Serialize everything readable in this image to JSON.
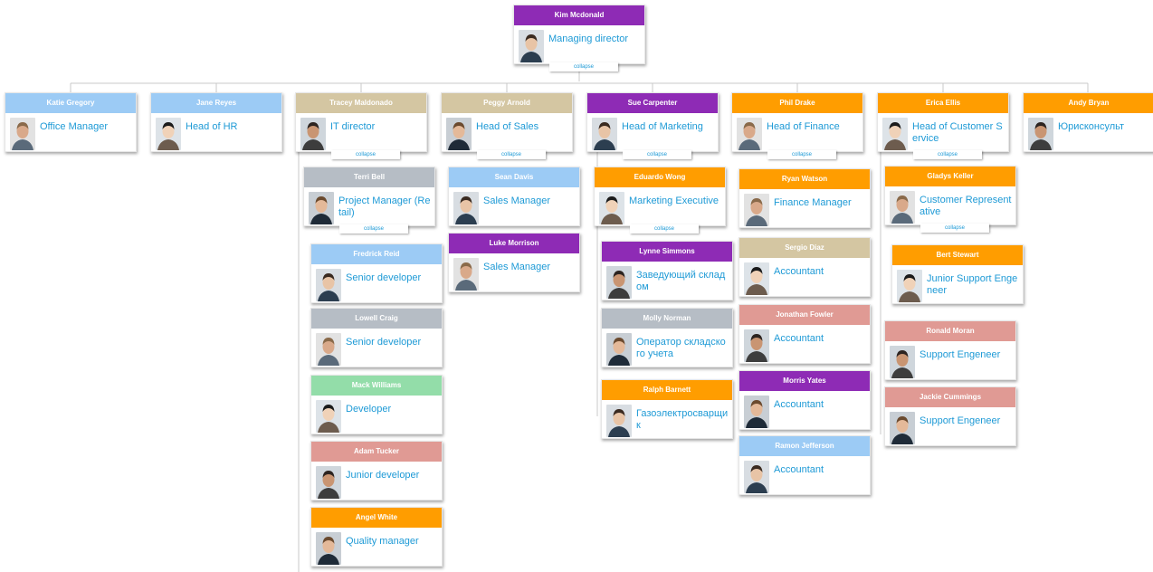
{
  "colors": {
    "purple": "#8e2bb5",
    "blue": "#9ccbf5",
    "tan": "#d4c6a2",
    "orange": "#ff9d00",
    "gray": "#b6bdc5",
    "green": "#93dda9",
    "rose": "#e09a94",
    "title": "#1e9ad6",
    "line": "#c8c8c8"
  },
  "collapse_label": "collapse",
  "nodes": [
    {
      "id": "n0",
      "name": "Kim Mcdonald",
      "title": "Managing director",
      "color": "#8e2bb5",
      "collapse": true
    },
    {
      "id": "n1",
      "name": "Katie Gregory",
      "title": "Office Manager",
      "color": "#9ccbf5"
    },
    {
      "id": "n2",
      "name": "Jane Reyes",
      "title": "Head of HR",
      "color": "#9ccbf5"
    },
    {
      "id": "n3",
      "name": "Tracey Maldonado",
      "title": "IT director",
      "color": "#d4c6a2",
      "collapse": true
    },
    {
      "id": "n4",
      "name": "Peggy Arnold",
      "title": "Head of Sales",
      "color": "#d4c6a2",
      "collapse": true
    },
    {
      "id": "n5",
      "name": "Sue Carpenter",
      "title": "Head of Marketing",
      "color": "#8e2bb5",
      "collapse": true
    },
    {
      "id": "n6",
      "name": "Phil Drake",
      "title": "Head of Finance",
      "color": "#ff9d00",
      "collapse": true
    },
    {
      "id": "n7",
      "name": "Erica Ellis",
      "title": "Head of Customer Service",
      "color": "#ff9d00",
      "collapse": true
    },
    {
      "id": "n8",
      "name": "Andy Bryan",
      "title": "Юрисконсульт",
      "color": "#ff9d00"
    },
    {
      "id": "n9",
      "name": "Terri Bell",
      "title": "Project Manager (Retail)",
      "color": "#b6bdc5",
      "collapse": true
    },
    {
      "id": "n10",
      "name": "Fredrick Reid",
      "title": "Senior developer",
      "color": "#9ccbf5"
    },
    {
      "id": "n11",
      "name": "Lowell Craig",
      "title": "Senior developer",
      "color": "#b6bdc5"
    },
    {
      "id": "n12",
      "name": "Mack Williams",
      "title": "Developer",
      "color": "#93dda9"
    },
    {
      "id": "n13",
      "name": "Adam Tucker",
      "title": "Junior developer",
      "color": "#e09a94"
    },
    {
      "id": "n14",
      "name": "Angel White",
      "title": "Quality manager",
      "color": "#ff9d00"
    },
    {
      "id": "n15",
      "name": "Sean Davis",
      "title": "Sales Manager",
      "color": "#9ccbf5"
    },
    {
      "id": "n16",
      "name": "Luke Morrison",
      "title": "Sales Manager",
      "color": "#8e2bb5"
    },
    {
      "id": "n17",
      "name": "Eduardo Wong",
      "title": "Marketing Executive",
      "color": "#ff9d00",
      "collapse": true
    },
    {
      "id": "n18",
      "name": "Lynne Simmons",
      "title": "Заведующий складом",
      "color": "#8e2bb5"
    },
    {
      "id": "n19",
      "name": "Molly Norman",
      "title": "Оператор складского учета",
      "color": "#b6bdc5"
    },
    {
      "id": "n20",
      "name": "Ralph Barnett",
      "title": "Газоэлектросварщик",
      "color": "#ff9d00"
    },
    {
      "id": "n21",
      "name": "Ryan Watson",
      "title": "Finance Manager",
      "color": "#ff9d00"
    },
    {
      "id": "n22",
      "name": "Sergio Diaz",
      "title": "Accountant",
      "color": "#d4c6a2"
    },
    {
      "id": "n23",
      "name": "Jonathan Fowler",
      "title": "Accountant",
      "color": "#e09a94"
    },
    {
      "id": "n24",
      "name": "Morris Yates",
      "title": "Accountant",
      "color": "#8e2bb5"
    },
    {
      "id": "n25",
      "name": "Ramon Jefferson",
      "title": "Accountant",
      "color": "#9ccbf5"
    },
    {
      "id": "n26",
      "name": "Gladys Keller",
      "title": "Customer Representative",
      "color": "#ff9d00",
      "collapse": true
    },
    {
      "id": "n27",
      "name": "Bert Stewart",
      "title": "Junior Support Engeneer",
      "color": "#ff9d00"
    },
    {
      "id": "n28",
      "name": "Ronald Moran",
      "title": "Support Engeneer",
      "color": "#e09a94"
    },
    {
      "id": "n29",
      "name": "Jackie Cummings",
      "title": "Support Engeneer",
      "color": "#e09a94"
    }
  ]
}
